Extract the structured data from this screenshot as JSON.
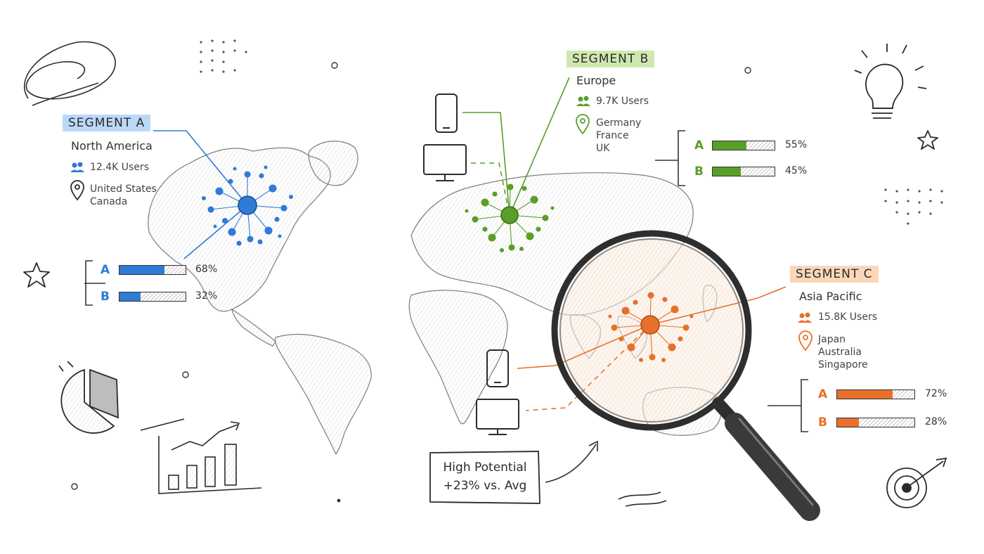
{
  "segments": [
    {
      "tag": "SEGMENT A",
      "region": "North America",
      "users": "12.4K Users",
      "locations": "United States\nCanada",
      "color": "#2f7bd6",
      "highlight": "#bcd8f7",
      "splits": [
        {
          "label": "A",
          "value": 68,
          "text": "68%"
        },
        {
          "label": "B",
          "value": 32,
          "text": "32%"
        }
      ]
    },
    {
      "tag": "SEGMENT B",
      "region": "Europe",
      "users": "9.7K Users",
      "locations": "Germany\nFrance\nUK",
      "color": "#5a9e2a",
      "highlight": "#cfe8b0",
      "splits": [
        {
          "label": "A",
          "value": 55,
          "text": "55%"
        },
        {
          "label": "B",
          "value": 45,
          "text": "45%"
        }
      ]
    },
    {
      "tag": "SEGMENT C",
      "region": "Asia Pacific",
      "users": "15.8K Users",
      "locations": "Japan\nAustralia\nSingapore",
      "color": "#e8702a",
      "highlight": "#fbd7b8",
      "splits": [
        {
          "label": "A",
          "value": 72,
          "text": "72%"
        },
        {
          "label": "B",
          "value": 28,
          "text": "28%"
        }
      ]
    }
  ],
  "callout": {
    "line1": "High Potential",
    "line2": "+23% vs. Avg"
  },
  "icons": [
    "users-icon",
    "location-pin-icon",
    "phone-icon",
    "monitor-icon",
    "magnifying-glass-icon",
    "lightbulb-icon",
    "star-icon",
    "target-icon",
    "pie-chart-icon",
    "bar-chart-icon"
  ]
}
